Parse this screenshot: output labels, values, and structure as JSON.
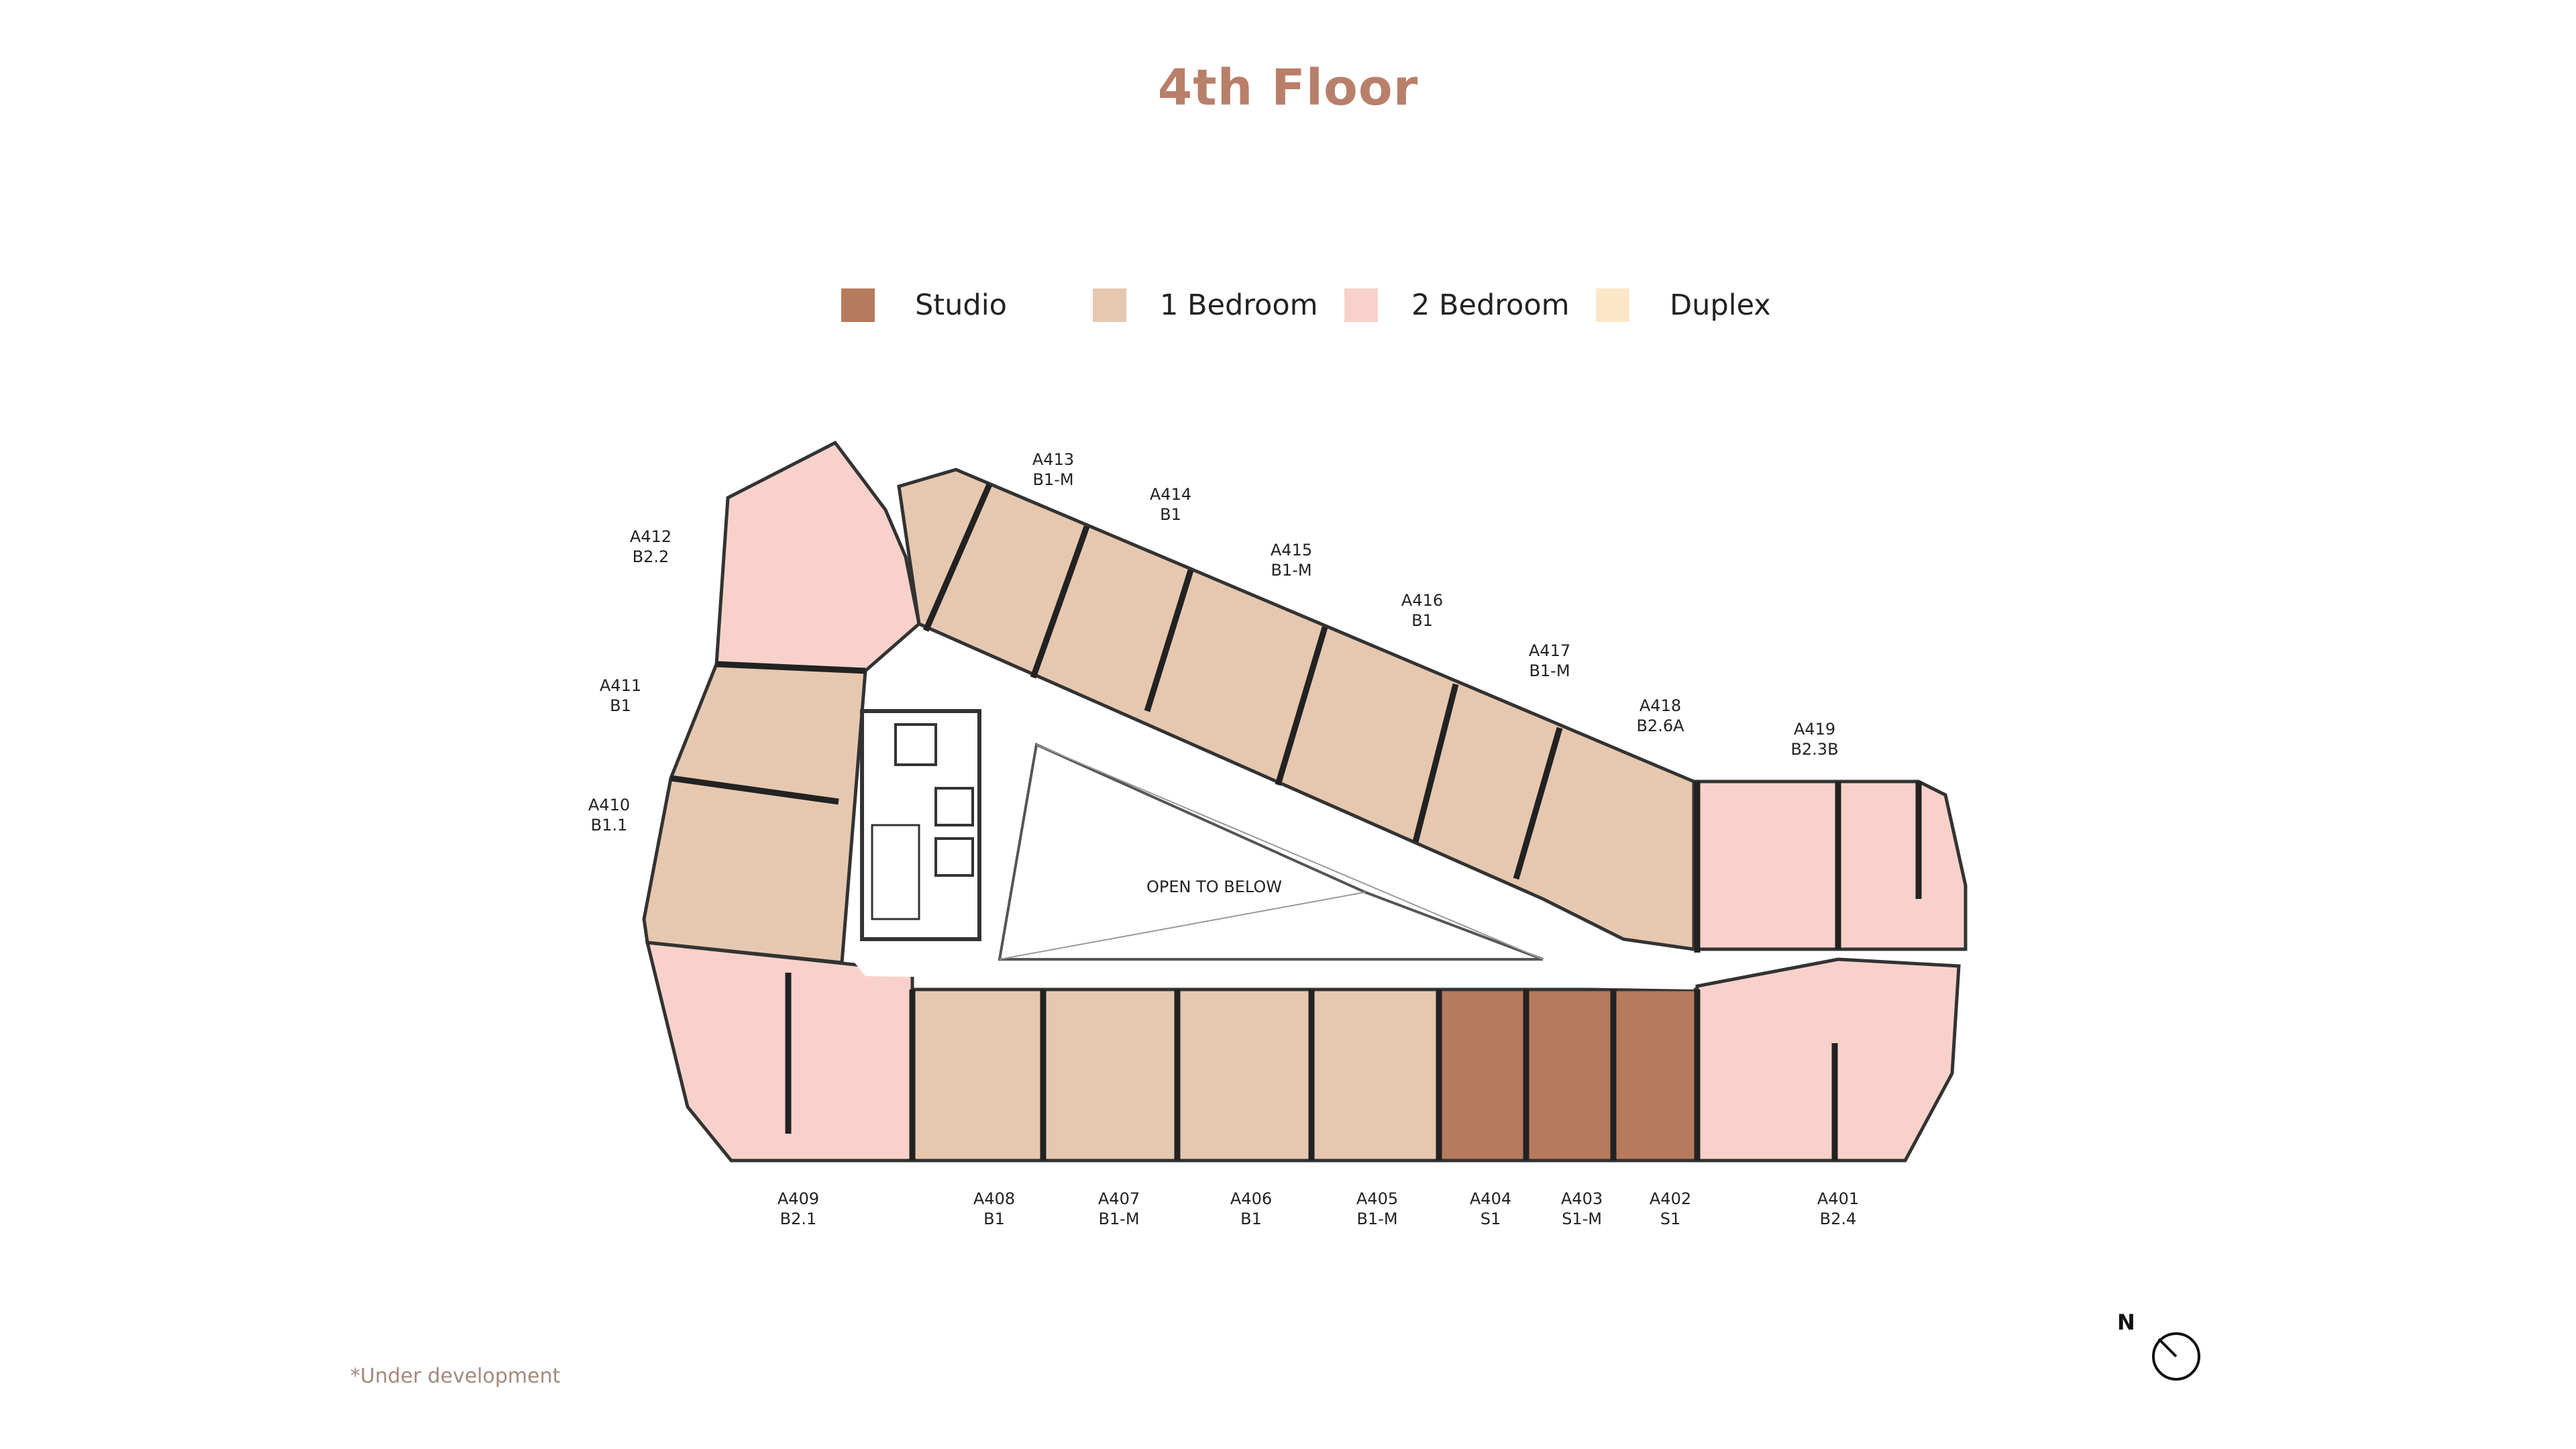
{
  "title": "4th Floor",
  "legend": [
    {
      "label": "Studio",
      "color": "#b67b5c"
    },
    {
      "label": "1 Bedroom",
      "color": "#e6c8b0"
    },
    {
      "label": "2 Bedroom",
      "color": "#f8d2ca"
    },
    {
      "label": "Duplex",
      "color": "#fde6c8"
    }
  ],
  "center_label": "OPEN TO BELOW",
  "units": [
    {
      "code": "A413",
      "type": "B1-M"
    },
    {
      "code": "A414",
      "type": "B1"
    },
    {
      "code": "A415",
      "type": "B1-M"
    },
    {
      "code": "A416",
      "type": "B1"
    },
    {
      "code": "A417",
      "type": "B1-M"
    },
    {
      "code": "A418",
      "type": "B2.6A"
    },
    {
      "code": "A419",
      "type": "B2.3B"
    },
    {
      "code": "A412",
      "type": "B2.2"
    },
    {
      "code": "A411",
      "type": "B1"
    },
    {
      "code": "A410",
      "type": "B1.1"
    },
    {
      "code": "A409",
      "type": "B2.1"
    },
    {
      "code": "A408",
      "type": "B1"
    },
    {
      "code": "A407",
      "type": "B1-M"
    },
    {
      "code": "A406",
      "type": "B1"
    },
    {
      "code": "A405",
      "type": "B1-M"
    },
    {
      "code": "A404",
      "type": "S1"
    },
    {
      "code": "A403",
      "type": "S1-M"
    },
    {
      "code": "A402",
      "type": "S1"
    },
    {
      "code": "A401",
      "type": "B2.4"
    }
  ],
  "note": "*Under development",
  "north_label": "N"
}
